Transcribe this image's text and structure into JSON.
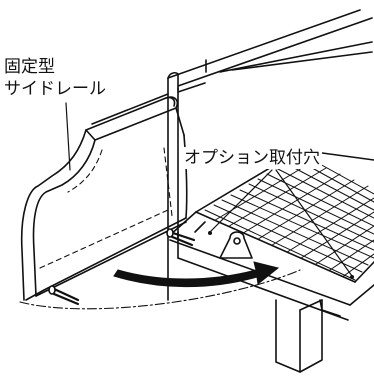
{
  "labels": {
    "side_rail_line1": "固定型",
    "side_rail_line2": "サイドレール",
    "option_holes": "オプション取付穴"
  },
  "colors": {
    "line": "#111111",
    "background": "#ffffff"
  }
}
